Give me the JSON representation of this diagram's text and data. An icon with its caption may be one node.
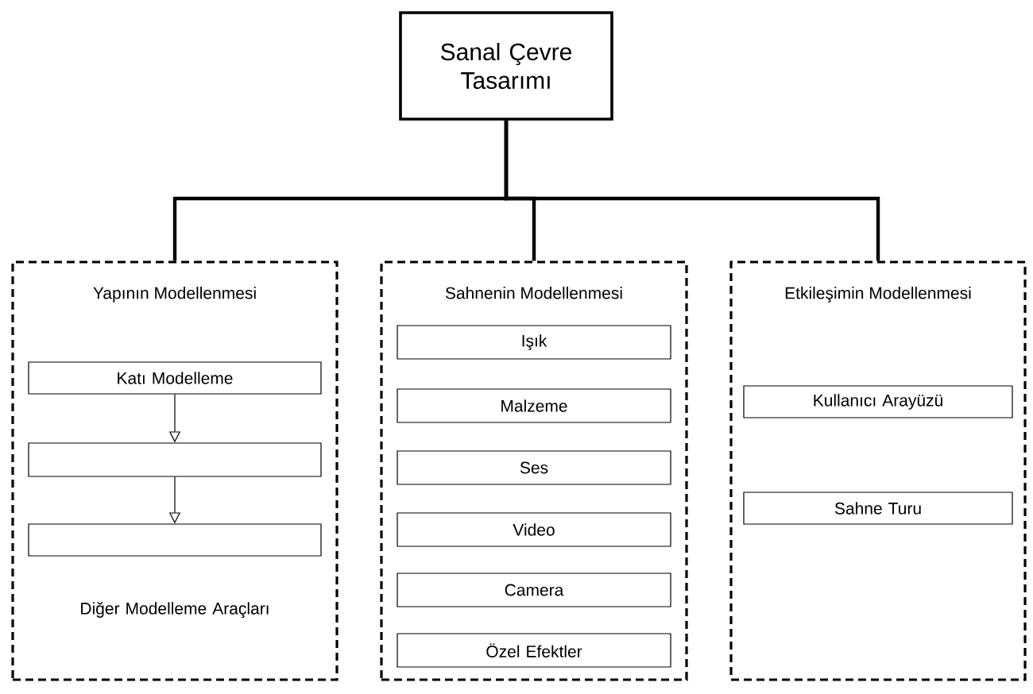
{
  "diagram": {
    "nodes": [
      {
        "text": [
          "Sanal Çevre Tasarımı"
        ]
      },
      {
        "text": [
          "Yapının Modellenmesi"
        ]
      },
      {
        "text": [
          "Katı Modelleme"
        ],
        "in": 1
      },
      {
        "text": [],
        "shape": "box",
        "in": 1
      },
      {
        "text": [],
        "shape": "box",
        "in": 1
      },
      {
        "text": [
          "Sahnenin Modellenmesi"
        ]
      },
      {
        "text": [
          "Işık"
        ],
        "in": 5
      },
      {
        "text": [
          "Malzeme"
        ],
        "in": 5
      },
      {
        "text": [
          "Ses"
        ],
        "in": 5
      },
      {
        "text": [
          "Video"
        ],
        "in": 5
      },
      {
        "text": [
          "Camera"
        ],
        "in": 5
      },
      {
        "text": [
          "Özel Efektler"
        ],
        "in": 5
      },
      {
        "text": [
          "Etkileşimin Modellenmesi"
        ]
      },
      {
        "text": [
          "Kullanıcı Arayüzü"
        ],
        "in": 12
      },
      {
        "text": [
          "Sahne Turu"
        ],
        "in": 12
      }
    ],
    "edges": [
      {
        "from": 0,
        "to": 1,
        "arrow": "none"
      },
      {
        "from": 0,
        "to": 5,
        "arrow": "none"
      },
      {
        "from": 0,
        "to": 12,
        "arrow": "none"
      },
      {
        "from": 2,
        "to": 3,
        "arrow": "to"
      },
      {
        "from": 3,
        "to": 4,
        "arrow": "to"
      }
    ],
    "labels": [
      "Diğer Modelleme Araçları"
    ]
  }
}
